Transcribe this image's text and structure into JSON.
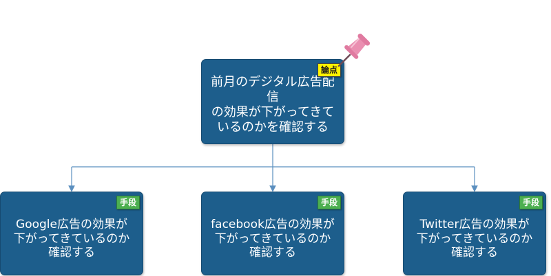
{
  "diagram": {
    "root": {
      "line1": "前月のデジタル広告配信",
      "line2": "の効果が下がってきて",
      "line3": "いるのかを確認する",
      "tag": "論点"
    },
    "children": [
      {
        "line1": "Google広告の効果が",
        "line2": "下がってきているのか",
        "line3": "確認する",
        "tag": "手段"
      },
      {
        "line1": "facebook広告の効果が",
        "line2": "下がってきているのか",
        "line3": "確認する",
        "tag": "手段"
      },
      {
        "line1": "Twitter広告の効果が",
        "line2": "下がってきているのか",
        "line3": "確認する",
        "tag": "手段"
      }
    ],
    "colors": {
      "box": "#1d5e8c",
      "connector": "#5b8fbf",
      "root_tag": "#fff200",
      "child_tag": "#4caf50",
      "pin": "#ea8fb1"
    },
    "icons": {
      "pin": "pushpin-icon"
    }
  }
}
